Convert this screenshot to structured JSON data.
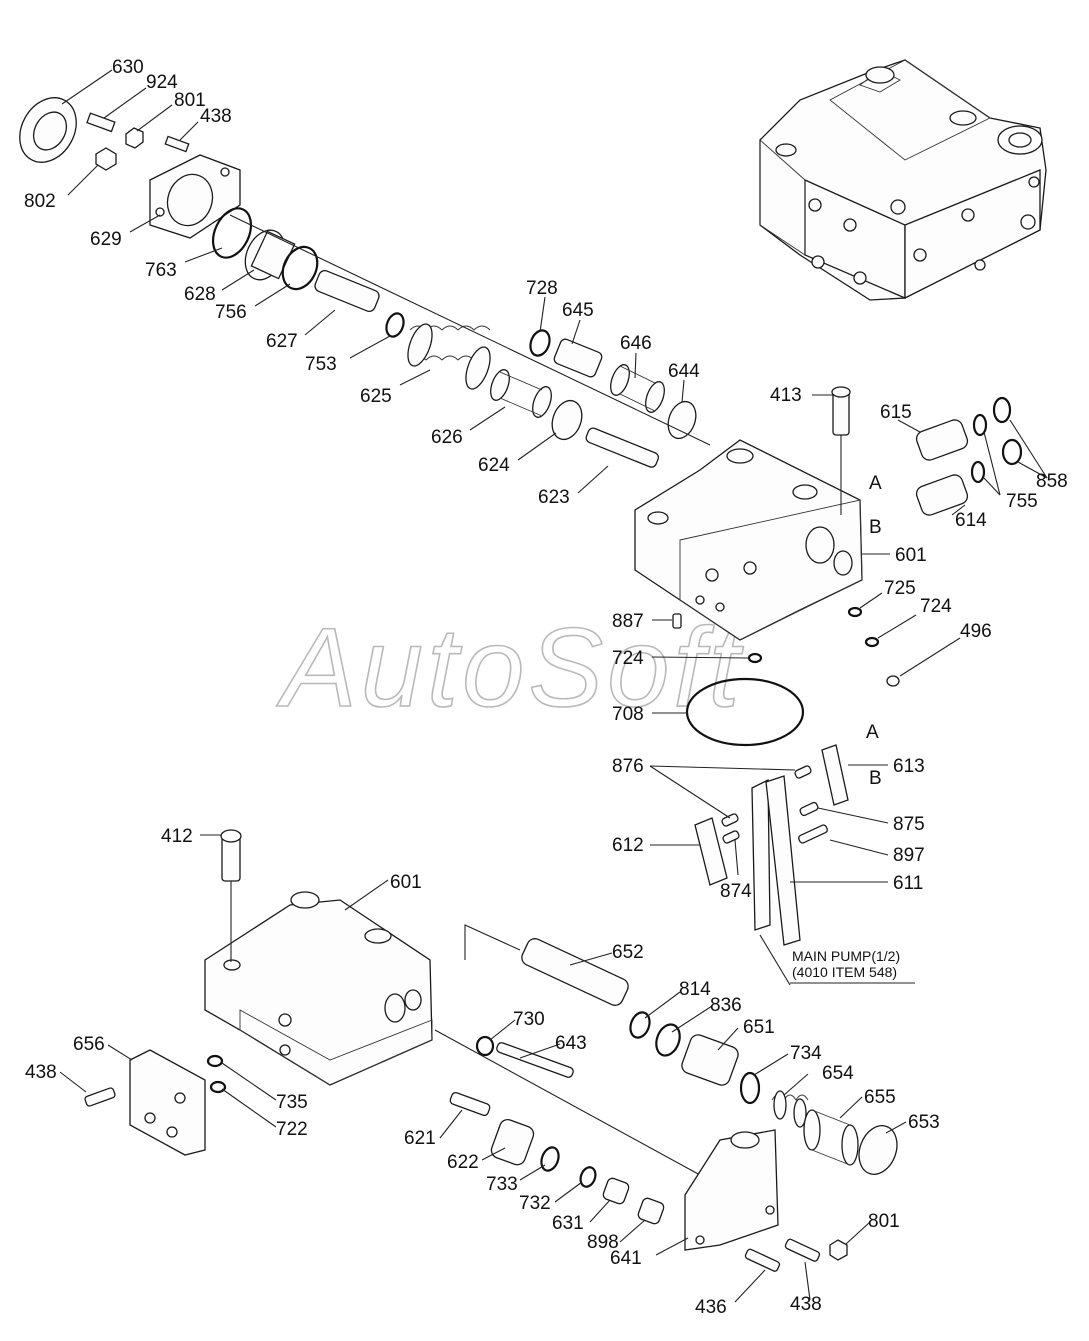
{
  "watermark": "AutoSoft",
  "note": {
    "line1": "MAIN PUMP(1/2)",
    "line2": "(4010 ITEM 548)"
  },
  "port_letters": [
    "A",
    "B",
    "A",
    "B"
  ],
  "labels": {
    "l630": "630",
    "l924": "924",
    "l801a": "801",
    "l438a": "438",
    "l802": "802",
    "l629": "629",
    "l763": "763",
    "l628": "628",
    "l756": "756",
    "l627": "627",
    "l753": "753",
    "l625": "625",
    "l728": "728",
    "l645": "645",
    "l646": "646",
    "l644": "644",
    "l626": "626",
    "l624": "624",
    "l623": "623",
    "l413": "413",
    "l615": "615",
    "l858": "858",
    "l755": "755",
    "l614": "614",
    "l601a": "601",
    "l725": "725",
    "l724a": "724",
    "l887": "887",
    "l724b": "724",
    "l496": "496",
    "l708": "708",
    "l876": "876",
    "l613": "613",
    "l875": "875",
    "l612": "612",
    "l897": "897",
    "l874": "874",
    "l611": "611",
    "l412": "412",
    "l601b": "601",
    "l652": "652",
    "l814": "814",
    "l836": "836",
    "l730": "730",
    "l643": "643",
    "l651": "651",
    "l656": "656",
    "l734": "734",
    "l654": "654",
    "l438b": "438",
    "l655": "655",
    "l735": "735",
    "l722": "722",
    "l653": "653",
    "l621": "621",
    "l622": "622",
    "l733": "733",
    "l732": "732",
    "l631": "631",
    "l898": "898",
    "l801b": "801",
    "l641": "641",
    "l436": "436",
    "l438c": "438"
  }
}
